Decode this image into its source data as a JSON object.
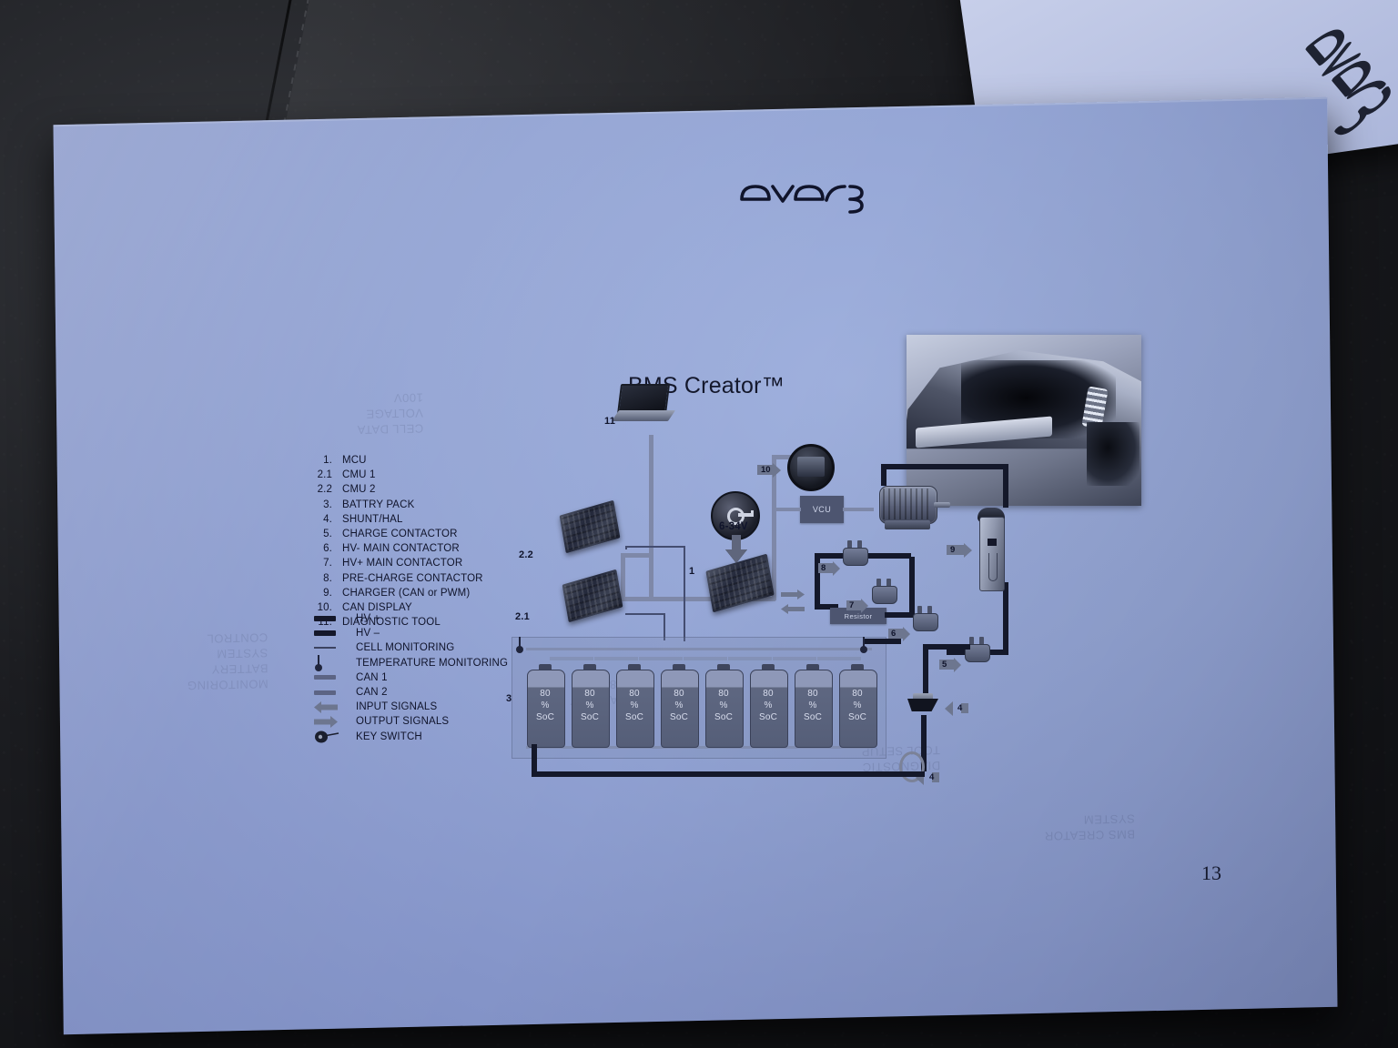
{
  "document": {
    "brand_logo": "eversab-logo",
    "page_number": "13",
    "title": "BMS Creator™"
  },
  "numbered_legend": [
    {
      "num": "1.",
      "label": "MCU"
    },
    {
      "num": "2.1",
      "label": "CMU 1"
    },
    {
      "num": "2.2",
      "label": "CMU 2"
    },
    {
      "num": "3.",
      "label": "BATTRY PACK"
    },
    {
      "num": "4.",
      "label": "SHUNT/HAL"
    },
    {
      "num": "5.",
      "label": "CHARGE CONTACTOR"
    },
    {
      "num": "6.",
      "label": "HV- MAIN CONTACTOR"
    },
    {
      "num": "7.",
      "label": "HV+ MAIN CONTACTOR"
    },
    {
      "num": "8.",
      "label": "PRE-CHARGE CONTACTOR"
    },
    {
      "num": "9.",
      "label": "CHARGER (CAN or PWM)"
    },
    {
      "num": "10.",
      "label": "CAN DISPLAY"
    },
    {
      "num": "11.",
      "label": "DIAGNOSTIC TOOL"
    }
  ],
  "symbol_legend": [
    {
      "symbol": "thick-black-bar",
      "label": "HV +"
    },
    {
      "symbol": "thick-black-bar",
      "label": "HV –"
    },
    {
      "symbol": "thin-line",
      "label": "CELL MONITORING"
    },
    {
      "symbol": "thermometer-icon",
      "label": "TEMPERATURE MONITORING"
    },
    {
      "symbol": "grey-bar",
      "label": "CAN 1"
    },
    {
      "symbol": "grey-bar",
      "label": "CAN 2"
    },
    {
      "symbol": "arrow-left-icon",
      "label": "INPUT SIGNALS"
    },
    {
      "symbol": "arrow-right-icon",
      "label": "OUTPUT SIGNALS"
    },
    {
      "symbol": "key-switch-icon",
      "label": "KEY SWITCH"
    }
  ],
  "diagram": {
    "callouts": {
      "mcu": "1",
      "cmu1": "2.1",
      "cmu2": "2.2",
      "battery_pack": "3",
      "shunt_hal_a": "4",
      "shunt_hal_b": "4",
      "charge_contactor": "5",
      "hv_minus_contactor": "6",
      "hv_plus_contactor": "7",
      "pre_charge_contactor": "8",
      "charger": "9",
      "can_display": "10",
      "diagnostic_tool": "11"
    },
    "key_switch_voltage": "6-34V",
    "vcu_label": "VCU",
    "resistor_label": "Resistor",
    "battery_cells": [
      {
        "value": "80",
        "unit": "%",
        "metric": "SoC"
      },
      {
        "value": "80",
        "unit": "%",
        "metric": "SoC"
      },
      {
        "value": "80",
        "unit": "%",
        "metric": "SoC"
      },
      {
        "value": "80",
        "unit": "%",
        "metric": "SoC"
      },
      {
        "value": "80",
        "unit": "%",
        "metric": "SoC"
      },
      {
        "value": "80",
        "unit": "%",
        "metric": "SoC"
      },
      {
        "value": "80",
        "unit": "%",
        "metric": "SoC"
      },
      {
        "value": "80",
        "unit": "%",
        "metric": "SoC"
      }
    ]
  },
  "colors": {
    "paper": "#93a4d4",
    "ink": "#10142b",
    "hv_wire": "#14182a",
    "can_wire": "#7e88a8",
    "background": "#15161a"
  }
}
